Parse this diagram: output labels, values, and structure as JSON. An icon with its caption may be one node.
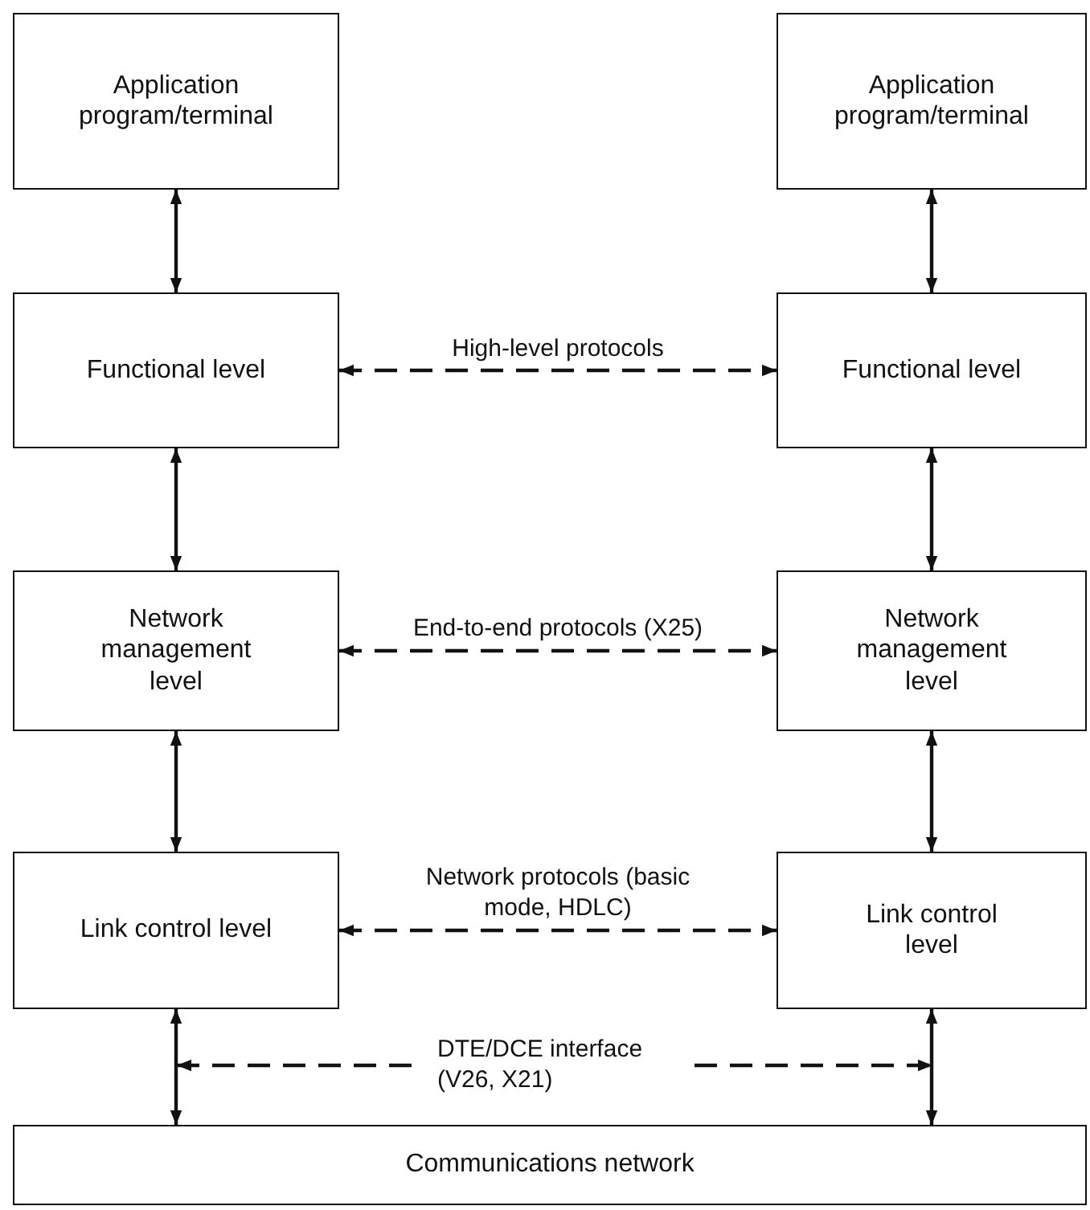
{
  "diagram": {
    "nodes": [
      {
        "text": [
          "Application program/terminal"
        ]
      },
      {
        "text": [
          "Application program/terminal"
        ]
      },
      {
        "text": [
          "Functional level"
        ]
      },
      {
        "text": [
          "Functional level"
        ]
      },
      {
        "text": [
          "Network management level"
        ]
      },
      {
        "text": [
          "Network management level"
        ]
      },
      {
        "text": [
          "Link control level"
        ]
      },
      {
        "text": [
          "Link control level"
        ]
      },
      {
        "text": [
          "Communications network"
        ]
      }
    ],
    "edges": [
      {
        "from": 0,
        "to": 2,
        "arrow": "both"
      },
      {
        "from": 1,
        "to": 3,
        "arrow": "both"
      },
      {
        "from": 2,
        "to": 3,
        "arrow": "both",
        "style": "dashed",
        "label": "High-level protocols"
      },
      {
        "from": 2,
        "to": 4,
        "arrow": "both"
      },
      {
        "from": 3,
        "to": 5,
        "arrow": "both"
      },
      {
        "from": 4,
        "to": 5,
        "arrow": "both",
        "style": "dashed",
        "label": "End-to-end protocols (X25)"
      },
      {
        "from": 4,
        "to": 6,
        "arrow": "both"
      },
      {
        "from": 5,
        "to": 7,
        "arrow": "both"
      },
      {
        "from": 6,
        "to": 7,
        "arrow": "both",
        "style": "dashed",
        "label": "Network protocols (basic mode, HDLC)"
      },
      {
        "from": 6,
        "to": 8,
        "arrow": "both"
      },
      {
        "from": 7,
        "to": 8,
        "arrow": "both"
      }
    ],
    "labels": [
      "DTE/DCE interface (V26, X21)"
    ]
  }
}
